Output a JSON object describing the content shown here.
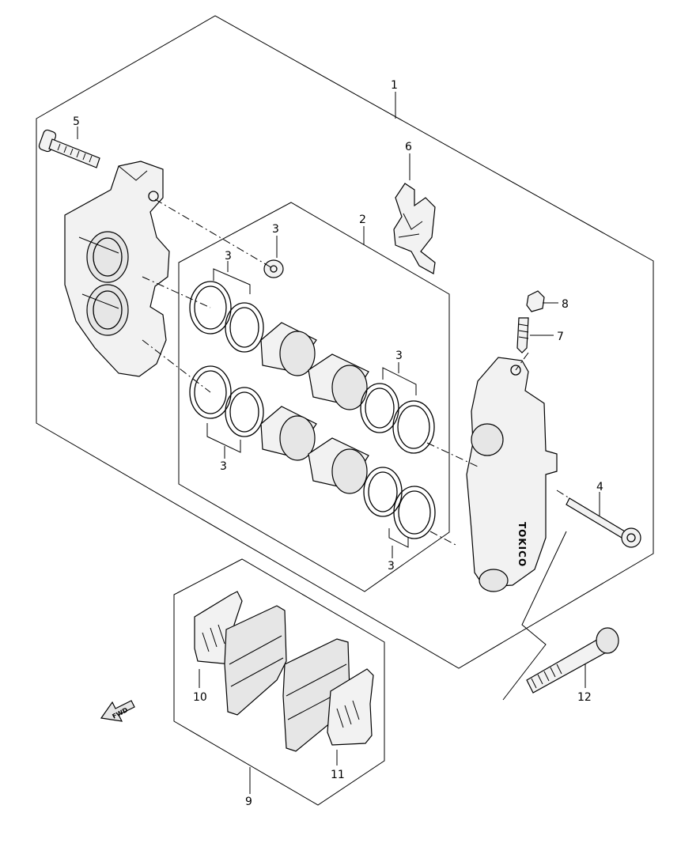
{
  "callouts": {
    "c1": "1",
    "c2": "2",
    "c3a": "3",
    "c3b": "3",
    "c3c": "3",
    "c3d": "3",
    "c3e": "3",
    "c4": "4",
    "c5": "5",
    "c6": "6",
    "c7": "7",
    "c8": "8",
    "c9": "9",
    "c10": "10",
    "c11": "11",
    "c12": "12"
  },
  "fwd_label": "FWD",
  "caliper_brand": "TOKICO",
  "icons": [
    "fwd-arrow-icon"
  ]
}
